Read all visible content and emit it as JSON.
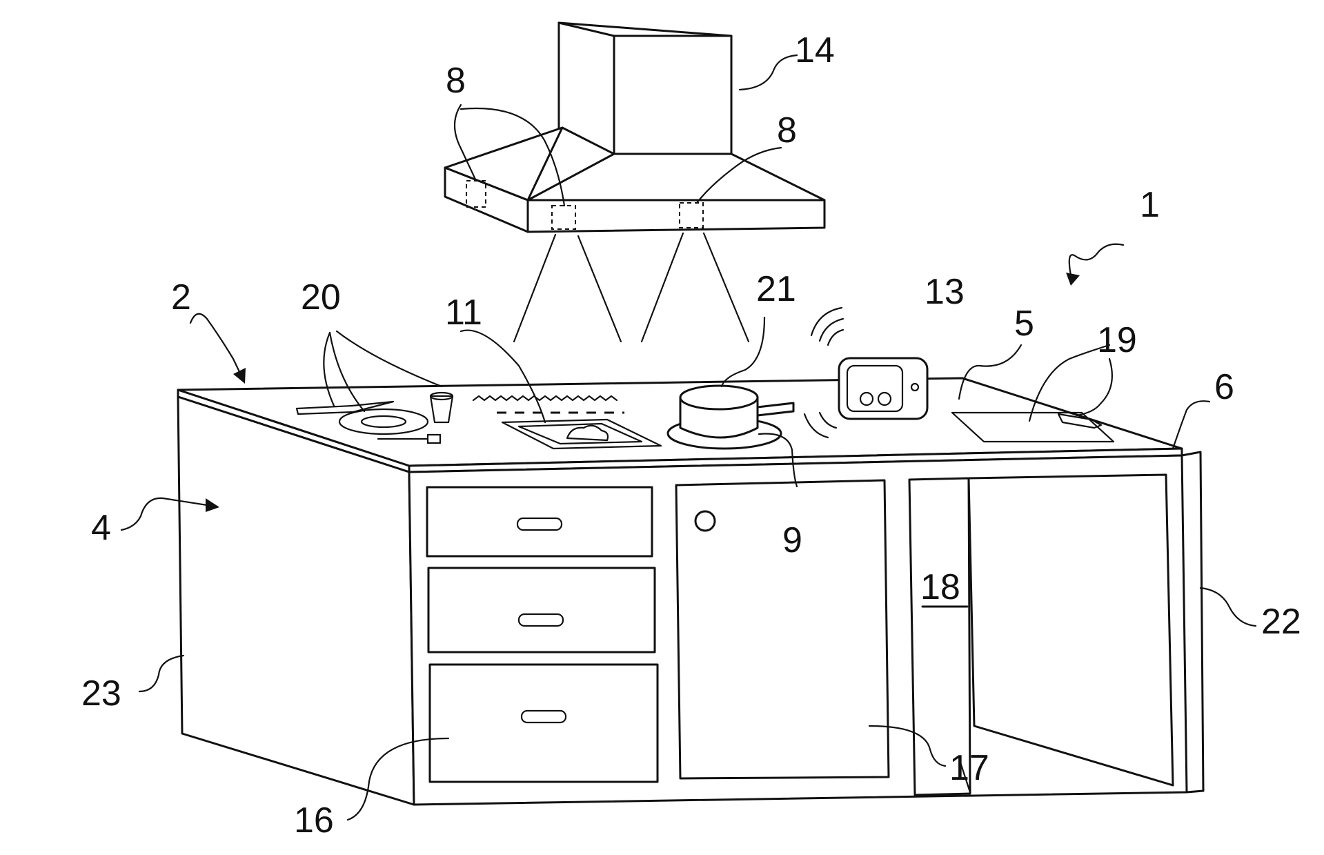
{
  "figure": {
    "type": "patent-drawing",
    "subject": "kitchen island with extractor hood",
    "reference_numerals": {
      "n1": "1",
      "n2": "2",
      "n4": "4",
      "n5": "5",
      "n6": "6",
      "n8a": "8",
      "n8b": "8",
      "n9": "9",
      "n11": "11",
      "n13": "13",
      "n14": "14",
      "n16": "16",
      "n17": "17",
      "n18": "18",
      "n19": "19",
      "n20": "20",
      "n21": "21",
      "n22": "22",
      "n23": "23"
    }
  }
}
